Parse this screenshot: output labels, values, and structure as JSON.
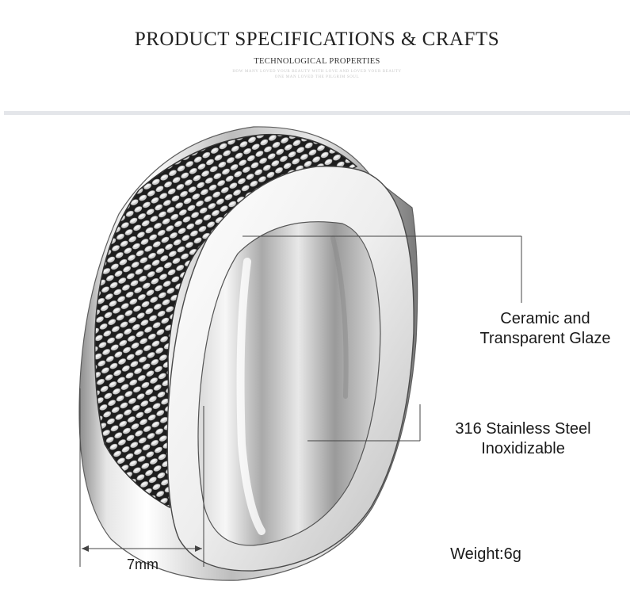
{
  "header": {
    "title": "PRODUCT SPECIFICATIONS & CRAFTS",
    "subtitle": "TECHNOLOGICAL PROPERTIES",
    "tagline_1": "HOW MANY LOVED YOUR BEAUTY WITH LOVE AND LOVED YOUR BEAUTY",
    "tagline_2": "ONE MAN LOVED THE PILGRIM SOUL"
  },
  "specs": {
    "material_surface": "Ceramic and Transparent Glaze",
    "material_surface_line1": "Ceramic and",
    "material_surface_line2": "Transparent Glaze",
    "material_body_line1": "316 Stainless Steel",
    "material_body_line2": "Inoxidizable",
    "weight": "Weight:6g",
    "width": "7mm"
  },
  "colors": {
    "background": "#ffffff",
    "divider": "#e4e6ea",
    "text": "#1a1a1a",
    "steel_light": "#f4f4f4",
    "steel_dark": "#6f6f6f",
    "mesh_dark": "#202020"
  }
}
